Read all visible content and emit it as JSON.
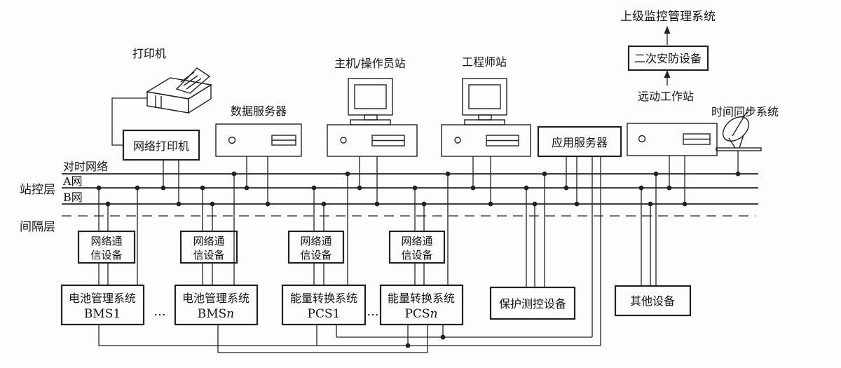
{
  "colors": {
    "background": "#fdfdfd",
    "line": "#222222",
    "text": "#141414"
  },
  "layer_labels": {
    "time_network": "对时网络",
    "net_a": "A网",
    "net_b": "B网",
    "station_layer": "站控层",
    "bay_layer": "间隔层"
  },
  "top_chain": {
    "superior_system": "上级监控管理系统",
    "security_device": "二次安防设备",
    "remote_workstation": "远动工作站",
    "time_sync_system": "时间同步系统"
  },
  "station_devices": {
    "printer": "打印机",
    "network_printer": "网络打印机",
    "data_server": "数据服务器",
    "operator_station": "主机/操作员站",
    "engineer_station": "工程师站",
    "app_server": "应用服务器"
  },
  "bay_devices": {
    "network_comm_line1": "网络通",
    "network_comm_line2": "信设备",
    "bms_name": "电池管理系统",
    "bms1_id": "BMS1",
    "bmsn_prefix": "BMS",
    "bmsn_n": "n",
    "pcs_name": "能量转换系统",
    "pcs1_id": "PCS1",
    "pcsn_prefix": "PCS",
    "pcsn_n": "n",
    "protection_device": "保护测控设备",
    "other_device": "其他设备",
    "ellipsis": "..."
  }
}
